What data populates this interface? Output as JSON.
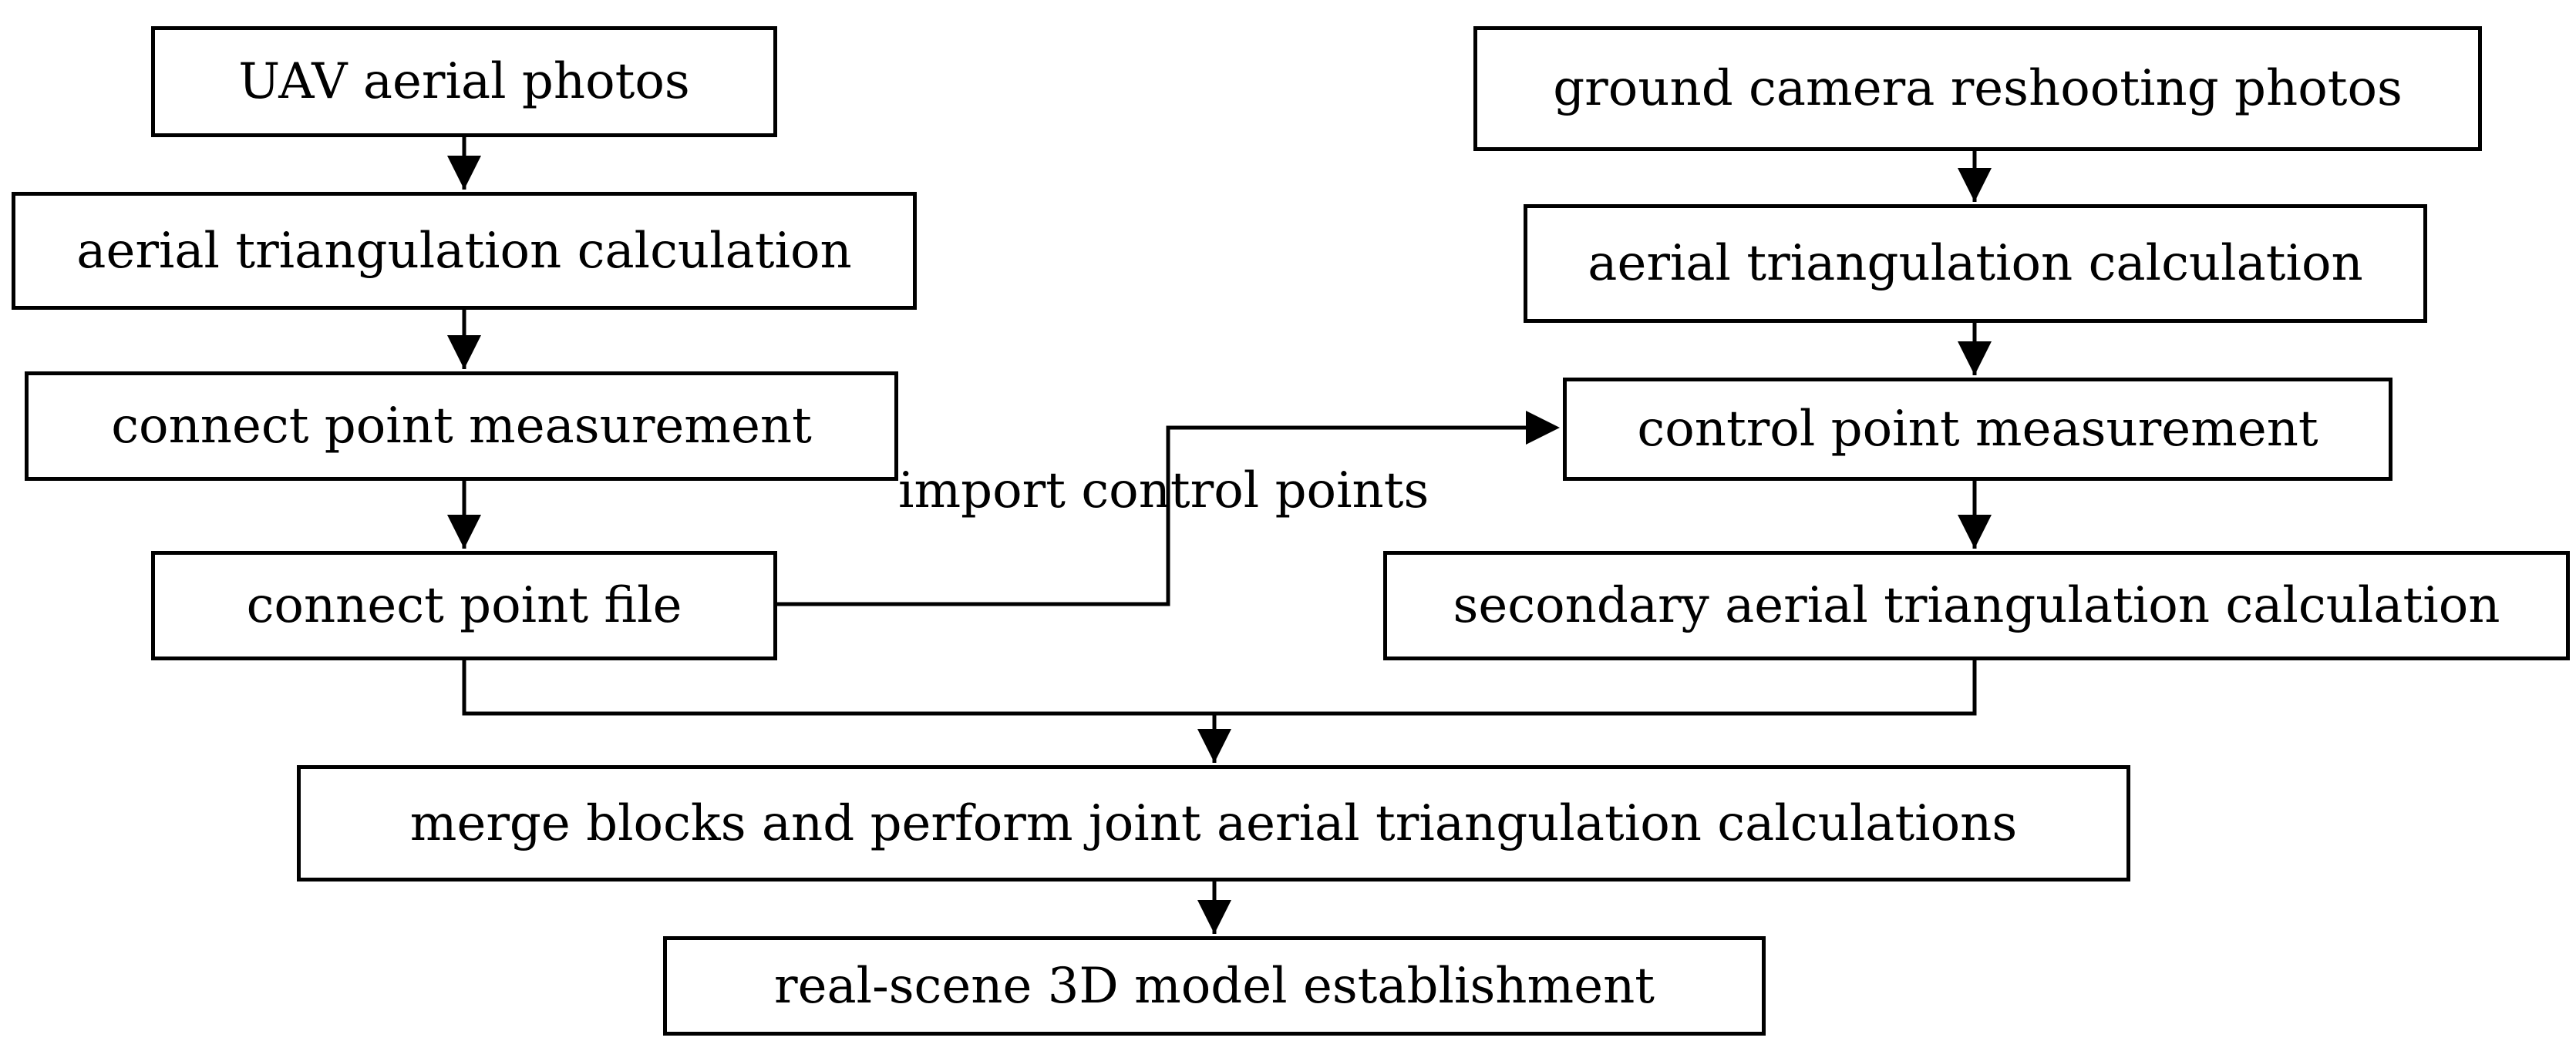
{
  "style": {
    "line_color": "#000000",
    "box_fill": "#ffffff",
    "text_color": "#000000"
  },
  "left_branch": {
    "uav_photos": "UAV aerial photos",
    "aerial_triangulation": "aerial triangulation calculation",
    "connect_point_measurement": "connect point measurement",
    "connect_point_file": "connect point file"
  },
  "right_branch": {
    "ground_photos": "ground camera reshooting photos",
    "aerial_triangulation": "aerial triangulation calculation",
    "control_point_measurement": "control point measurement",
    "secondary_triangulation": "secondary aerial triangulation calculation"
  },
  "merge": {
    "merge_blocks": "merge blocks and perform joint aerial triangulation calculations",
    "model_establishment": "real-scene 3D model establishment"
  },
  "edges": {
    "import_control_points": "import control points"
  }
}
